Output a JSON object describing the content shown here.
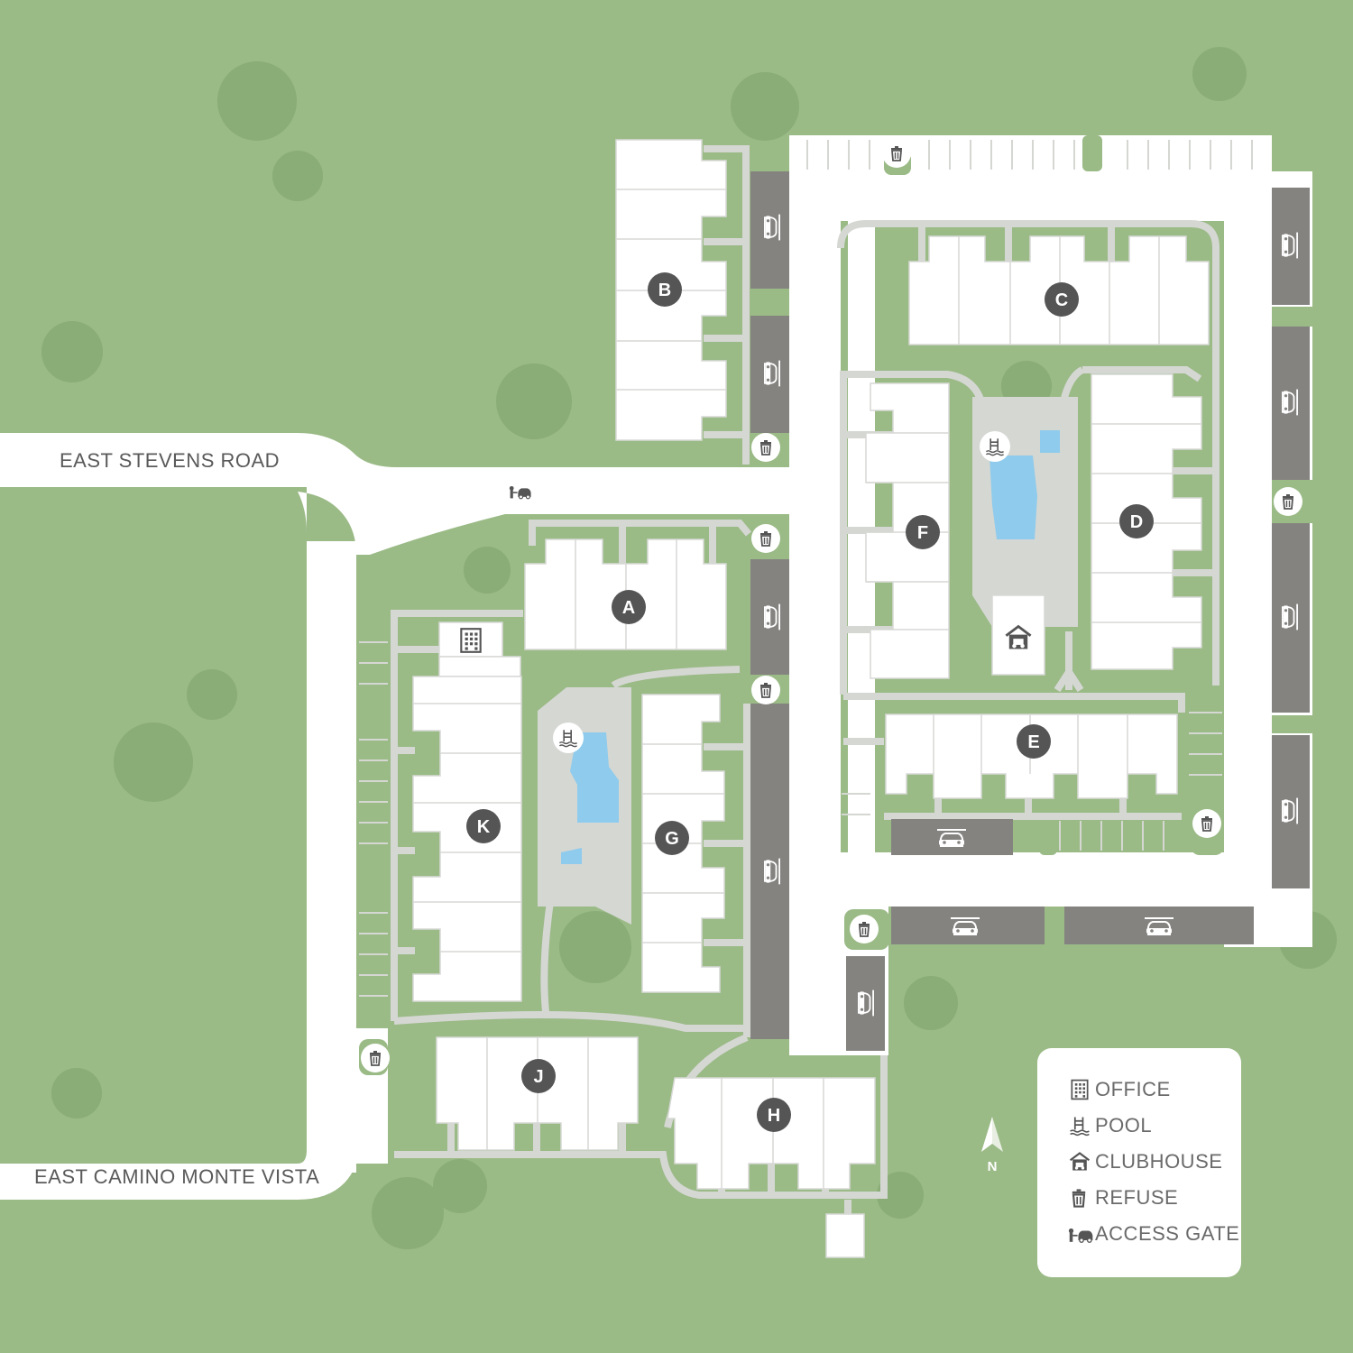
{
  "roads": {
    "north": "EAST STEVENS ROAD",
    "south": "EAST CAMINO MONTE VISTA"
  },
  "buildings": [
    "A",
    "B",
    "C",
    "D",
    "E",
    "F",
    "G",
    "H",
    "J",
    "K"
  ],
  "compass": {
    "label": "N"
  },
  "legend": {
    "items": [
      {
        "icon": "office-icon",
        "label": "OFFICE"
      },
      {
        "icon": "pool-icon",
        "label": "POOL"
      },
      {
        "icon": "clubhouse-icon",
        "label": "CLUBHOUSE"
      },
      {
        "icon": "refuse-icon",
        "label": "REFUSE"
      },
      {
        "icon": "access-gate-icon",
        "label": "ACCESS GATE"
      }
    ]
  },
  "colors": {
    "grass": "#9aba86",
    "tree": "#8aac77",
    "road": "#ffffff",
    "path": "#d5d7d3",
    "carport": "#858380",
    "pool": "#8ecbec",
    "marker": "#555555",
    "legend_text": "#6a6a6a"
  }
}
